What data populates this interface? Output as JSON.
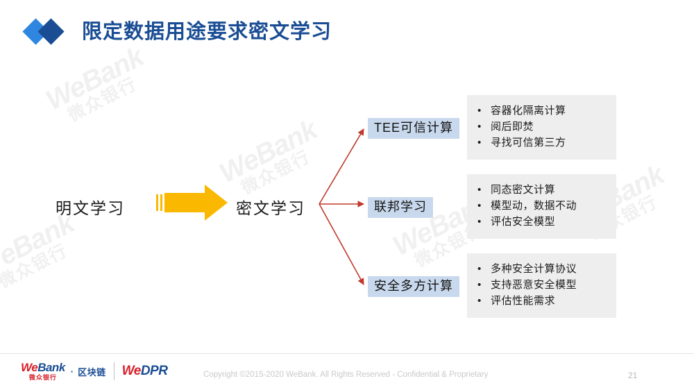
{
  "slide": {
    "title": "限定数据用途要求密文学习",
    "accent_light": "#2f86e0",
    "accent_dark": "#1a4d94",
    "arrow_color": "#FAB800",
    "connector_color": "#c0392b",
    "label_box_bg": "#c9d9ed",
    "panel_bg": "#eeeeee"
  },
  "watermark": {
    "en": "WeBank",
    "cn": "微众银行"
  },
  "flow": {
    "source_node": "明文学习",
    "target_node": "密文学习",
    "branches": [
      {
        "label": "TEE可信计算",
        "bullets": [
          "容器化隔离计算",
          "阅后即焚",
          "寻找可信第三方"
        ]
      },
      {
        "label": "联邦学习",
        "bullets": [
          "同态密文计算",
          "模型动，数据不动",
          "评估安全模型"
        ]
      },
      {
        "label": "安全多方计算",
        "bullets": [
          "多种安全计算协议",
          "支持恶意安全模型",
          "评估性能需求"
        ]
      }
    ]
  },
  "footer": {
    "logo_webank_en_we": "We",
    "logo_webank_en_bank": "Bank",
    "logo_webank_cn": "微众银行",
    "logo_dot": "·",
    "logo_chain": "区块链",
    "logo_wedpr_we": "We",
    "logo_wedpr_dpr": "DPR",
    "copyright": "Copyright ©2015-2020 WeBank. All Rights Reserved - Confidential & Proprietary",
    "page_number": "21"
  }
}
